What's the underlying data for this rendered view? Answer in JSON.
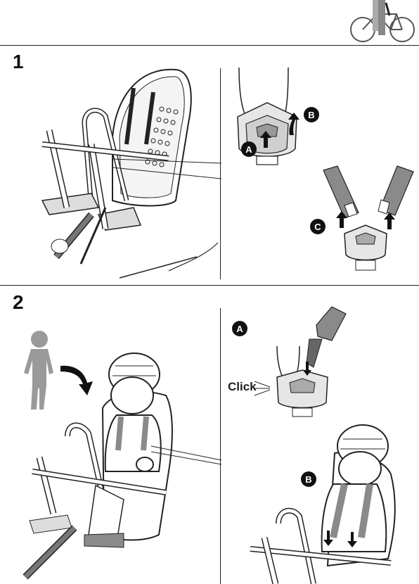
{
  "steps": [
    {
      "number": "1",
      "labels": [
        "A",
        "B",
        "C"
      ]
    },
    {
      "number": "2",
      "labels": [
        "A",
        "B"
      ],
      "click_text": "Click"
    }
  ],
  "colors": {
    "line": "#222222",
    "badge": "#111111",
    "strap": "#8a8a8a",
    "child": "#9a9a9a"
  },
  "icons": [
    "bike-rider-icon",
    "child-seat-illustration",
    "buckle-illustration",
    "down-arrow-icon",
    "up-arrow-icon",
    "curved-arrow-icon"
  ]
}
